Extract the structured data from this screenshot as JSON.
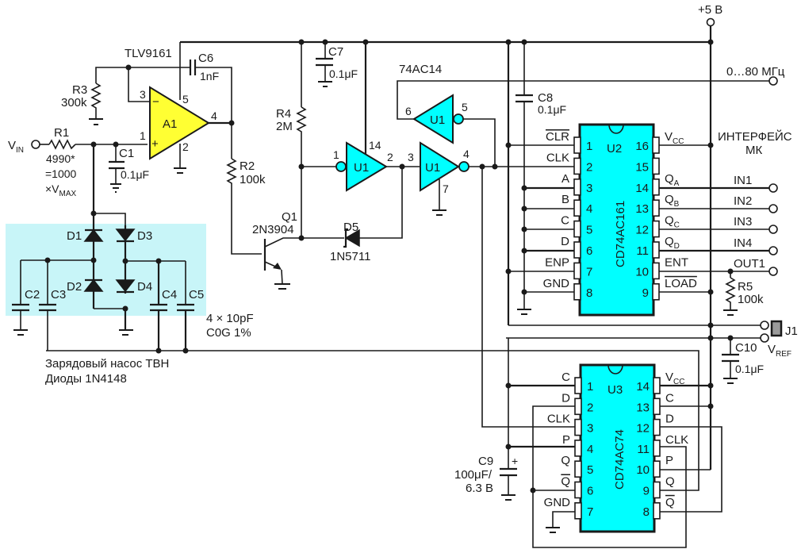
{
  "power": {
    "vplus": "+5 В"
  },
  "inputs": {
    "vin": "V",
    "vin_sub": "IN"
  },
  "opamp": {
    "part": "TLV9161",
    "name": "A1",
    "pin_minus": "3",
    "pin_plus": "1",
    "pin_out": "4",
    "pin_vcc": "5",
    "pin_gnd": "2",
    "minus_sign": "−",
    "plus_sign": "+"
  },
  "resistors": {
    "r1": {
      "name": "R1",
      "value_lines": [
        "4990*",
        "=1000",
        "×V"
      ],
      "value_sub": "MAX"
    },
    "r2": {
      "name": "R2",
      "value": "100k"
    },
    "r3": {
      "name": "R3",
      "value": "300k"
    },
    "r4": {
      "name": "R4",
      "value": "2M"
    },
    "r5": {
      "name": "R5",
      "value": "100k"
    }
  },
  "capacitors": {
    "c1": {
      "name": "C1",
      "value": "0.1μF"
    },
    "c2": {
      "name": "C2"
    },
    "c3": {
      "name": "C3"
    },
    "c4": {
      "name": "C4"
    },
    "c5": {
      "name": "C5"
    },
    "c6": {
      "name": "C6",
      "value": "1nF"
    },
    "c7": {
      "name": "C7",
      "value": "0.1μF"
    },
    "c8": {
      "name": "C8",
      "value": "0.1μF"
    },
    "c9": {
      "name": "C9",
      "value": "100μF/",
      "value2": "6.3 В",
      "polarity": "+"
    },
    "c10": {
      "name": "C10",
      "value": "0.1μF"
    }
  },
  "diodes": {
    "d1": "D1",
    "d2": "D2",
    "d3": "D3",
    "d4": "D4",
    "d5": {
      "name": "D5",
      "part": "1N5711"
    }
  },
  "transistor": {
    "name": "Q1",
    "part": "2N3904"
  },
  "charge_pump": {
    "caps_note": [
      "4 × 10pF",
      "C0G  1%"
    ],
    "caption": [
      "Зарядовый насос ТВН",
      "Диоды 1N4148"
    ]
  },
  "inverters": {
    "part": "74AC14",
    "gates": [
      {
        "name": "U1",
        "in_pin": "1",
        "out_pin": "2",
        "vcc_pin": "14"
      },
      {
        "name": "U1",
        "in_pin": "3",
        "out_pin": "4",
        "gnd_pin": "7"
      },
      {
        "name": "U1",
        "in_pin": "6",
        "out_pin": "5"
      }
    ]
  },
  "outputs": {
    "freq": "0…80 МГц",
    "interface_title": [
      "ИНТЕРФЕЙС",
      "МК"
    ],
    "in1": "IN1",
    "in2": "IN2",
    "in3": "IN3",
    "in4": "IN4",
    "out1": "OUT1",
    "j1": "J1",
    "vref": "V",
    "vref_sub": "REF"
  },
  "u2": {
    "ref": "U2",
    "part": "CD74AC161",
    "left_pins": [
      {
        "num": "1",
        "label": "CLR",
        "overline": true
      },
      {
        "num": "2",
        "label": "CLK"
      },
      {
        "num": "3",
        "label": "A"
      },
      {
        "num": "4",
        "label": "B"
      },
      {
        "num": "5",
        "label": "C"
      },
      {
        "num": "6",
        "label": "D"
      },
      {
        "num": "7",
        "label": "ENP"
      },
      {
        "num": "8",
        "label": "GND"
      }
    ],
    "right_pins": [
      {
        "num": "16",
        "label": "V",
        "sub": "CC"
      },
      {
        "num": "15",
        "label": ""
      },
      {
        "num": "14",
        "label": "Q",
        "sub": "A"
      },
      {
        "num": "13",
        "label": "Q",
        "sub": "B"
      },
      {
        "num": "12",
        "label": "Q",
        "sub": "C"
      },
      {
        "num": "11",
        "label": "Q",
        "sub": "D"
      },
      {
        "num": "10",
        "label": "ENT"
      },
      {
        "num": "9",
        "label": "LOAD",
        "overline": true
      }
    ]
  },
  "u3": {
    "ref": "U3",
    "part": "CD74AC74",
    "left_pins": [
      {
        "num": "1",
        "label": "C"
      },
      {
        "num": "2",
        "label": "D"
      },
      {
        "num": "3",
        "label": "CLK"
      },
      {
        "num": "4",
        "label": "P"
      },
      {
        "num": "5",
        "label": "Q"
      },
      {
        "num": "6",
        "label": "Q",
        "overline": true
      },
      {
        "num": "7",
        "label": "GND"
      }
    ],
    "right_pins": [
      {
        "num": "14",
        "label": "V",
        "sub": "CC"
      },
      {
        "num": "13",
        "label": "C"
      },
      {
        "num": "12",
        "label": "D"
      },
      {
        "num": "11",
        "label": "CLK"
      },
      {
        "num": "10",
        "label": "P"
      },
      {
        "num": "9",
        "label": "Q"
      },
      {
        "num": "8",
        "label": "Q",
        "overline": true
      }
    ]
  }
}
